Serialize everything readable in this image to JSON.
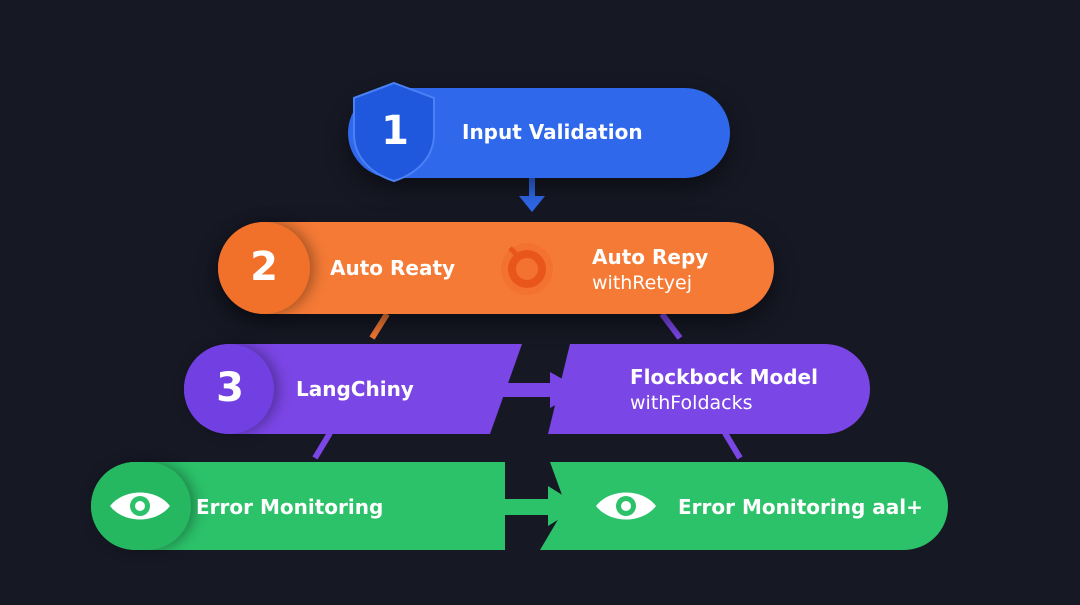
{
  "colors": {
    "background": "#161824",
    "blue": "#2f68ea",
    "orange": "#f47a35",
    "purple": "#7b46e6",
    "green": "#2cc26a"
  },
  "steps": [
    {
      "number": "1",
      "label": "Input Validation",
      "icon": "shield-icon"
    },
    {
      "number": "2",
      "label": "Auto Reaty",
      "side_icon": "retry-ring-icon",
      "side_label_1": "Auto Repy",
      "side_label_2": "withRetyej"
    },
    {
      "number": "3",
      "label": "LangChiny",
      "side_label_1": "Flockbock Model",
      "side_label_2": "withFoldacks"
    },
    {
      "label": "Error Monitoring",
      "icon": "eye-icon",
      "side_icon": "eye-icon",
      "side_label": "Error Monitoring aal+"
    }
  ]
}
